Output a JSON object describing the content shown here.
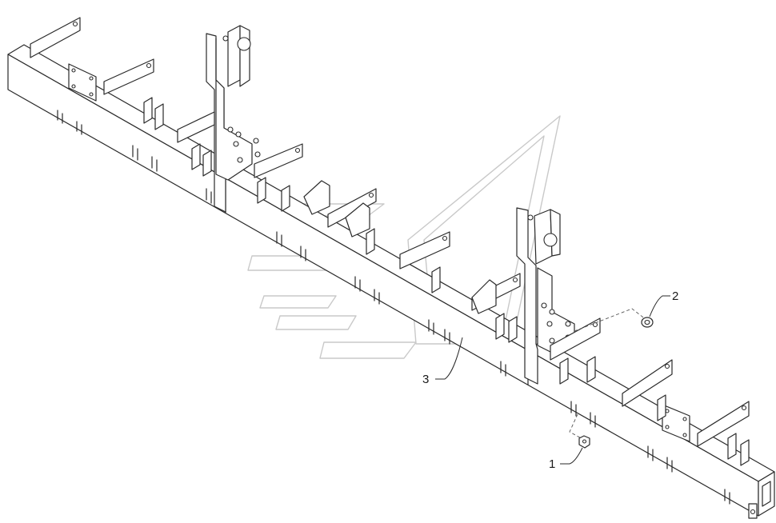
{
  "callouts": [
    {
      "id": "1",
      "label": "1"
    },
    {
      "id": "2",
      "label": "2"
    },
    {
      "id": "3",
      "label": "3"
    }
  ],
  "colors": {
    "line": "#2a2a2a",
    "watermark": "#c9c9c9",
    "background": "#ffffff"
  }
}
